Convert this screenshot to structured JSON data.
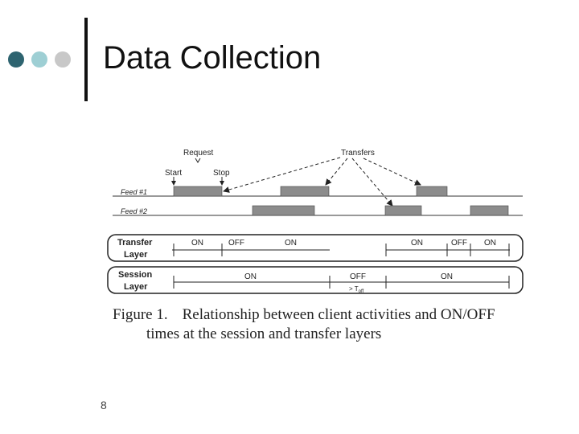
{
  "slide": {
    "title": "Data Collection",
    "page_number": "8",
    "accent_colors": [
      "#2e6470",
      "#9ecfd4",
      "#c8c8c8"
    ]
  },
  "figure": {
    "request_label": "Request",
    "transfers_label": "Transfers",
    "start_label": "Start",
    "stop_label": "Stop",
    "feed1_label": "Feed #1",
    "feed2_label": "Feed #2",
    "transfer_layer_line1": "Transfer",
    "transfer_layer_line2": "Layer",
    "session_layer_line1": "Session",
    "session_layer_line2": "Layer",
    "transfer_states": [
      "ON",
      "OFF",
      "ON",
      "ON",
      "OFF",
      "ON"
    ],
    "session_states": [
      "ON",
      "OFF",
      "ON"
    ],
    "toff_note": "> T",
    "toff_sub": "off",
    "caption_number": "Figure 1.",
    "caption_line1": "Relationship between client activities and ON/OFF",
    "caption_line2": "times at the session and transfer layers"
  }
}
